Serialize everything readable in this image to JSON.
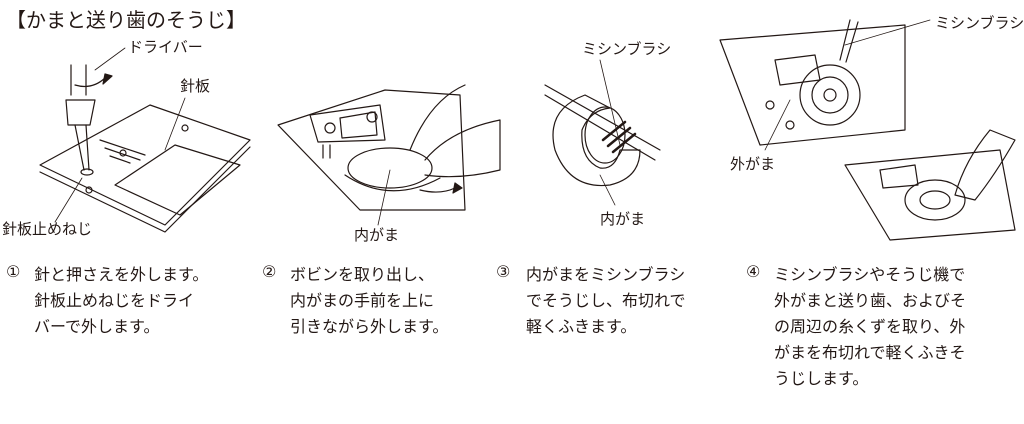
{
  "title": "【かまと送り歯のそうじ】",
  "figures": {
    "fig1": {
      "driver_label": "ドライバー",
      "needle_plate_label": "針板",
      "screw_label": "針板止めねじ"
    },
    "fig2": {
      "inner_hook_label": "内がま"
    },
    "fig3": {
      "brush_label": "ミシンブラシ",
      "inner_hook_label": "内がま"
    },
    "fig4": {
      "brush_label": "ミシンブラシ",
      "outer_hook_label": "外がま"
    }
  },
  "steps": [
    {
      "number": "①",
      "lines": [
        "針と押さえを外します。",
        "針板止めねじをドライ",
        "バーで外します。"
      ]
    },
    {
      "number": "②",
      "lines": [
        "ボビンを取り出し、",
        "内がまの手前を上に",
        "引きながら外します。"
      ]
    },
    {
      "number": "③",
      "lines": [
        "内がまをミシンブラシ",
        "でそうじし、布切れで",
        "軽くふきます。"
      ]
    },
    {
      "number": "④",
      "lines": [
        "ミシンブラシやそうじ機で",
        "外がまと送り歯、およびそ",
        "の周辺の糸くずを取り、外",
        "がまを布切れで軽くふきそ",
        "うじします。"
      ]
    }
  ]
}
